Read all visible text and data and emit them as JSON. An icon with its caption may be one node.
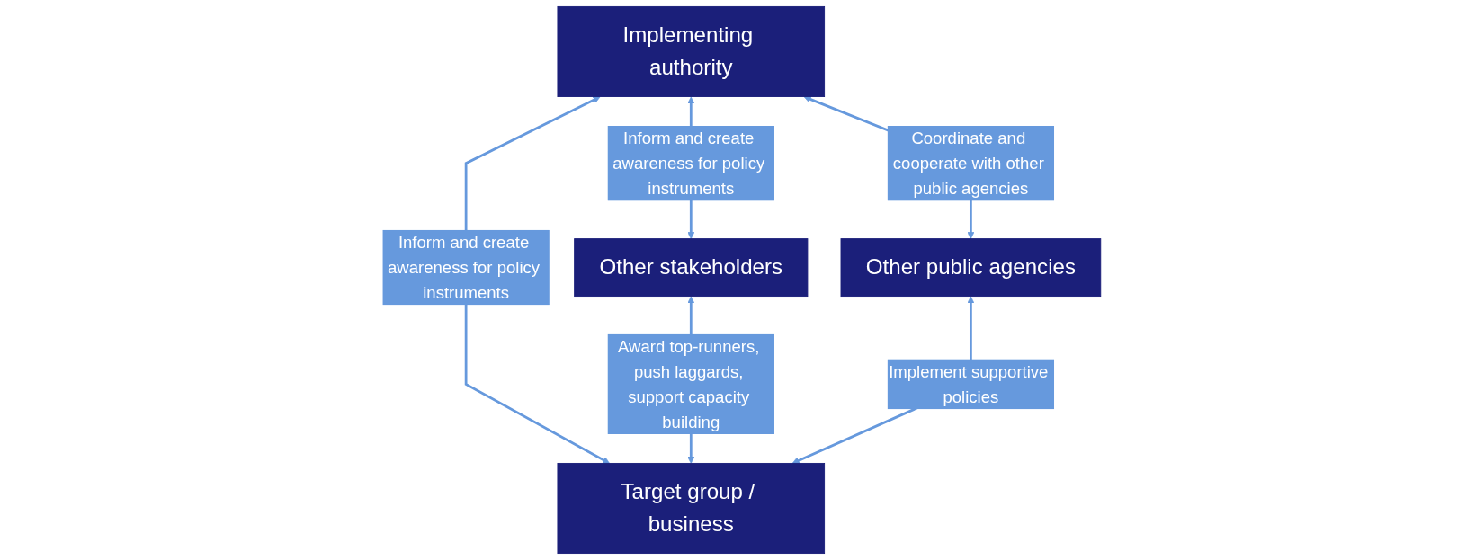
{
  "diagram": {
    "nodes": [
      {
        "text": [
          "Implementing authority"
        ]
      },
      {
        "text": [
          "Other stakeholders"
        ]
      },
      {
        "text": [
          "Other public agencies"
        ]
      },
      {
        "text": [
          "Target group / business"
        ]
      }
    ],
    "edges": [
      {
        "from": 0,
        "to": 1,
        "arrow": "both",
        "label": "Inform and create awareness for policy instruments"
      },
      {
        "from": 0,
        "to": 3,
        "arrow": "both",
        "label": "Inform and create awareness for policy instruments"
      },
      {
        "from": 0,
        "to": 2,
        "arrow": "both",
        "label": "Coordinate and cooperate with other public agencies"
      },
      {
        "from": 1,
        "to": 3,
        "arrow": "both",
        "label": "Award top-runners, push laggards, support capacity building"
      },
      {
        "from": 2,
        "to": 3,
        "arrow": "both",
        "label": "Implement supportive policies"
      }
    ]
  }
}
